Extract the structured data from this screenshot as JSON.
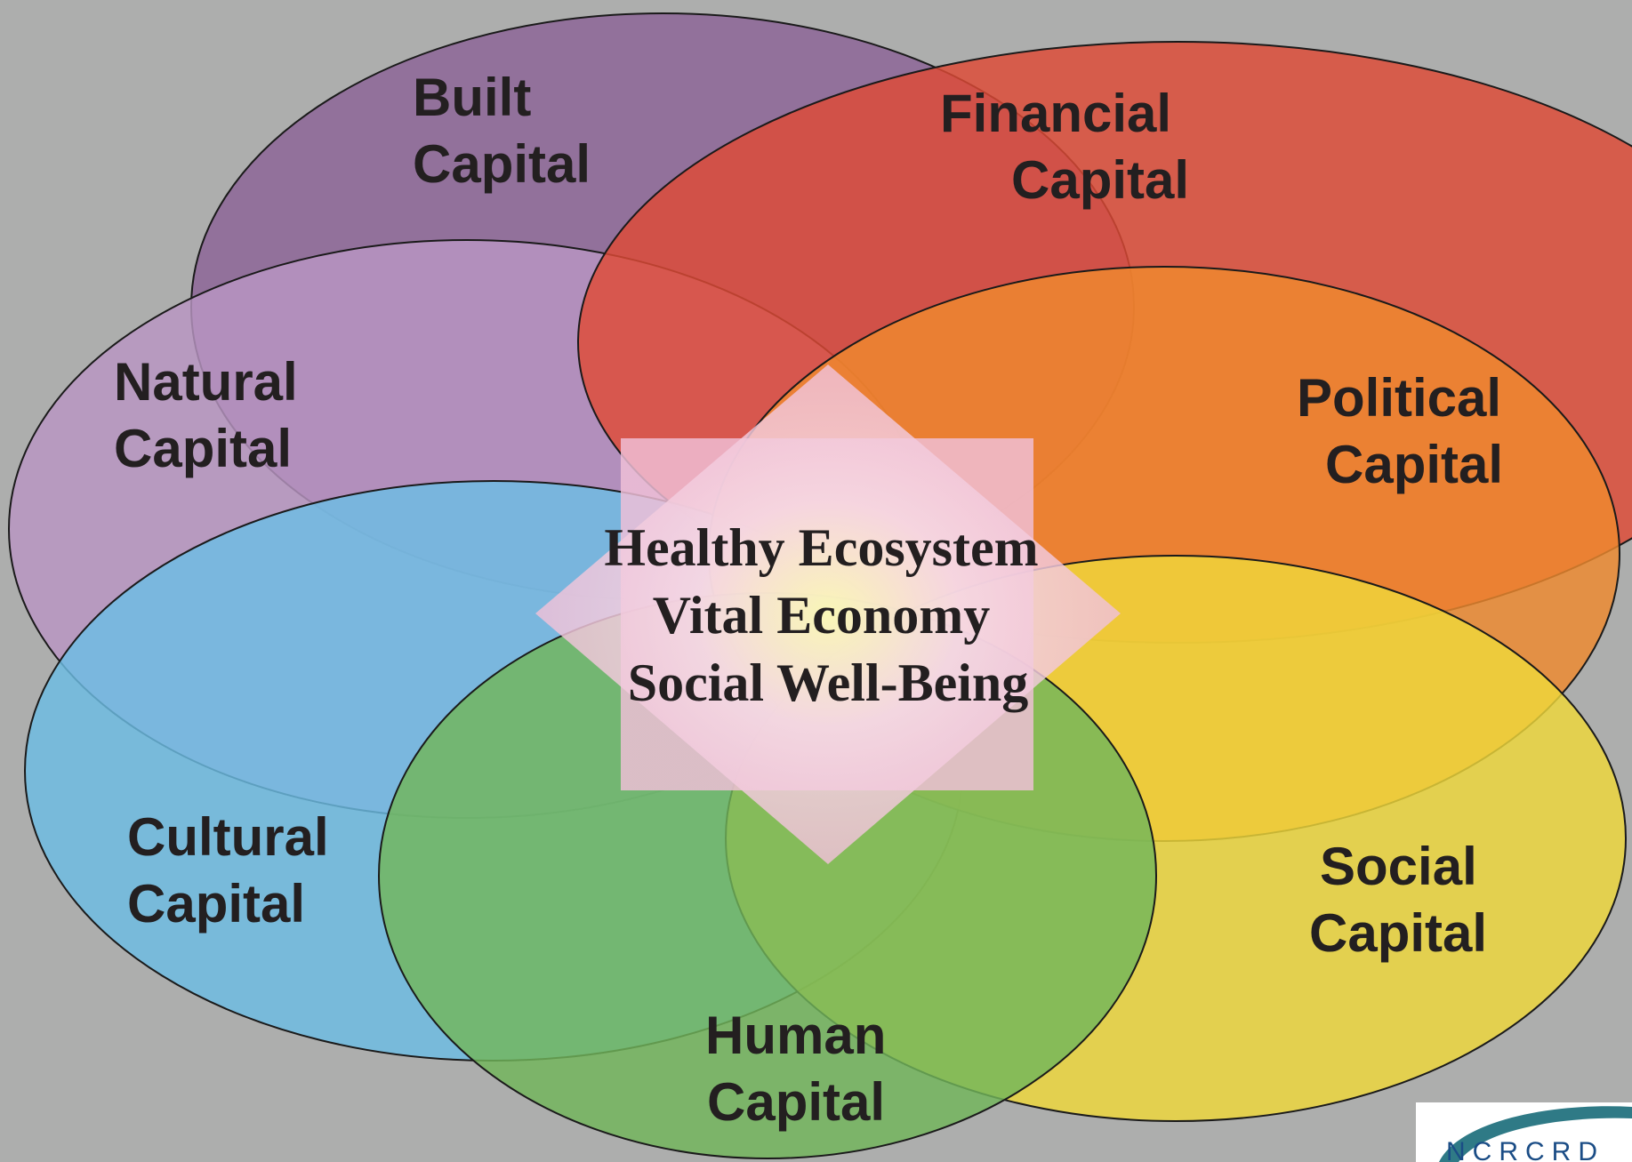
{
  "diagram": {
    "capitals": [
      {
        "id": "built",
        "lines": [
          "Built",
          "Capital"
        ],
        "color": "#8c6497"
      },
      {
        "id": "financial",
        "lines": [
          "Financial",
          "Capital"
        ],
        "color": "#df4a36"
      },
      {
        "id": "natural",
        "lines": [
          "Natural",
          "Capital"
        ],
        "color": "#b996c3"
      },
      {
        "id": "political",
        "lines": [
          "Political",
          "Capital"
        ],
        "color": "#ef8a2e"
      },
      {
        "id": "cultural",
        "lines": [
          "Cultural",
          "Capital"
        ],
        "color": "#6dbde4"
      },
      {
        "id": "social",
        "lines": [
          "Social",
          "Capital"
        ],
        "color": "#efd83a"
      },
      {
        "id": "human",
        "lines": [
          "Human",
          "Capital"
        ],
        "color": "#72b65a"
      }
    ],
    "center": {
      "lines": [
        "Healthy Ecosystem",
        "Vital Economy",
        "Social Well-Being"
      ],
      "color": "#f2c4db"
    },
    "logo": {
      "text": "NCRCRD",
      "color": "#1b4d86"
    }
  }
}
